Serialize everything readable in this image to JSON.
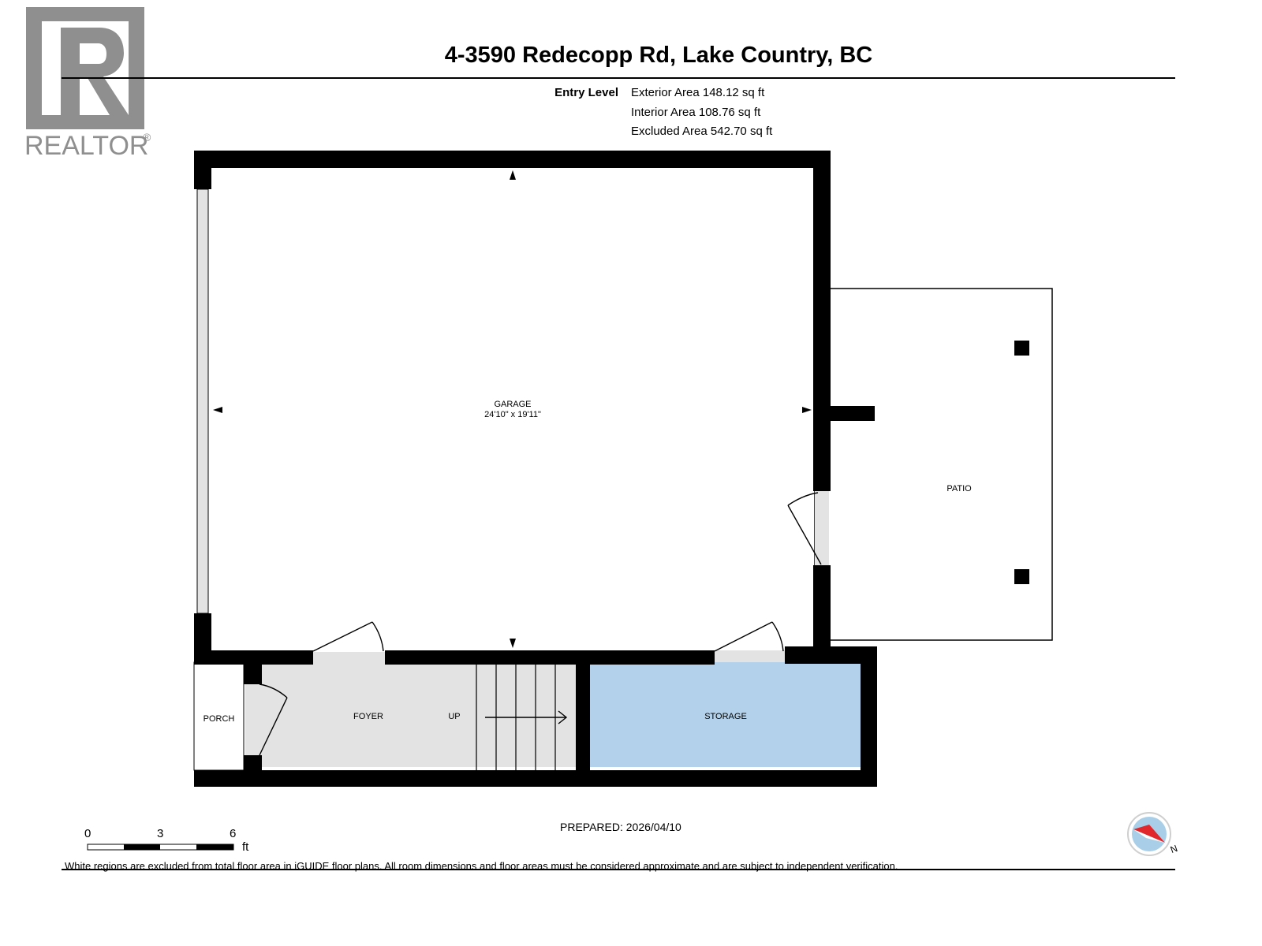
{
  "brand": {
    "word": "REALTOR",
    "reg_mark": "®",
    "colors": {
      "logo_gray": "#8f8f8f"
    }
  },
  "header": {
    "title": "4-3590 Redecopp Rd, Lake Country, BC",
    "level": "Entry Level",
    "areas": [
      "Exterior Area 148.12 sq ft",
      "Interior Area 108.76 sq ft",
      "Excluded Area 542.70 sq ft"
    ]
  },
  "rooms": {
    "garage": {
      "name": "GARAGE",
      "dims": "24'10\" x 19'11\""
    },
    "patio": {
      "name": "PATIO"
    },
    "porch": {
      "name": "PORCH"
    },
    "foyer": {
      "name": "FOYER"
    },
    "stairs": {
      "label": "UP"
    },
    "storage": {
      "name": "STORAGE"
    }
  },
  "colors": {
    "wall": "#000000",
    "foyer_fill": "#e3e3e3",
    "storage_fill": "#b3d1ea",
    "compass_ring": "#a9cfe8",
    "compass_needle": "#e0282c"
  },
  "scale_bar": {
    "ticks": [
      "0",
      "3",
      "6"
    ],
    "unit": "ft"
  },
  "compass": {
    "label": "N"
  },
  "prepared": "PREPARED: 2026/04/10",
  "footer": "White regions are excluded from total floor area in iGUIDE floor plans. All room dimensions and floor areas must be considered approximate and are subject to independent verification."
}
